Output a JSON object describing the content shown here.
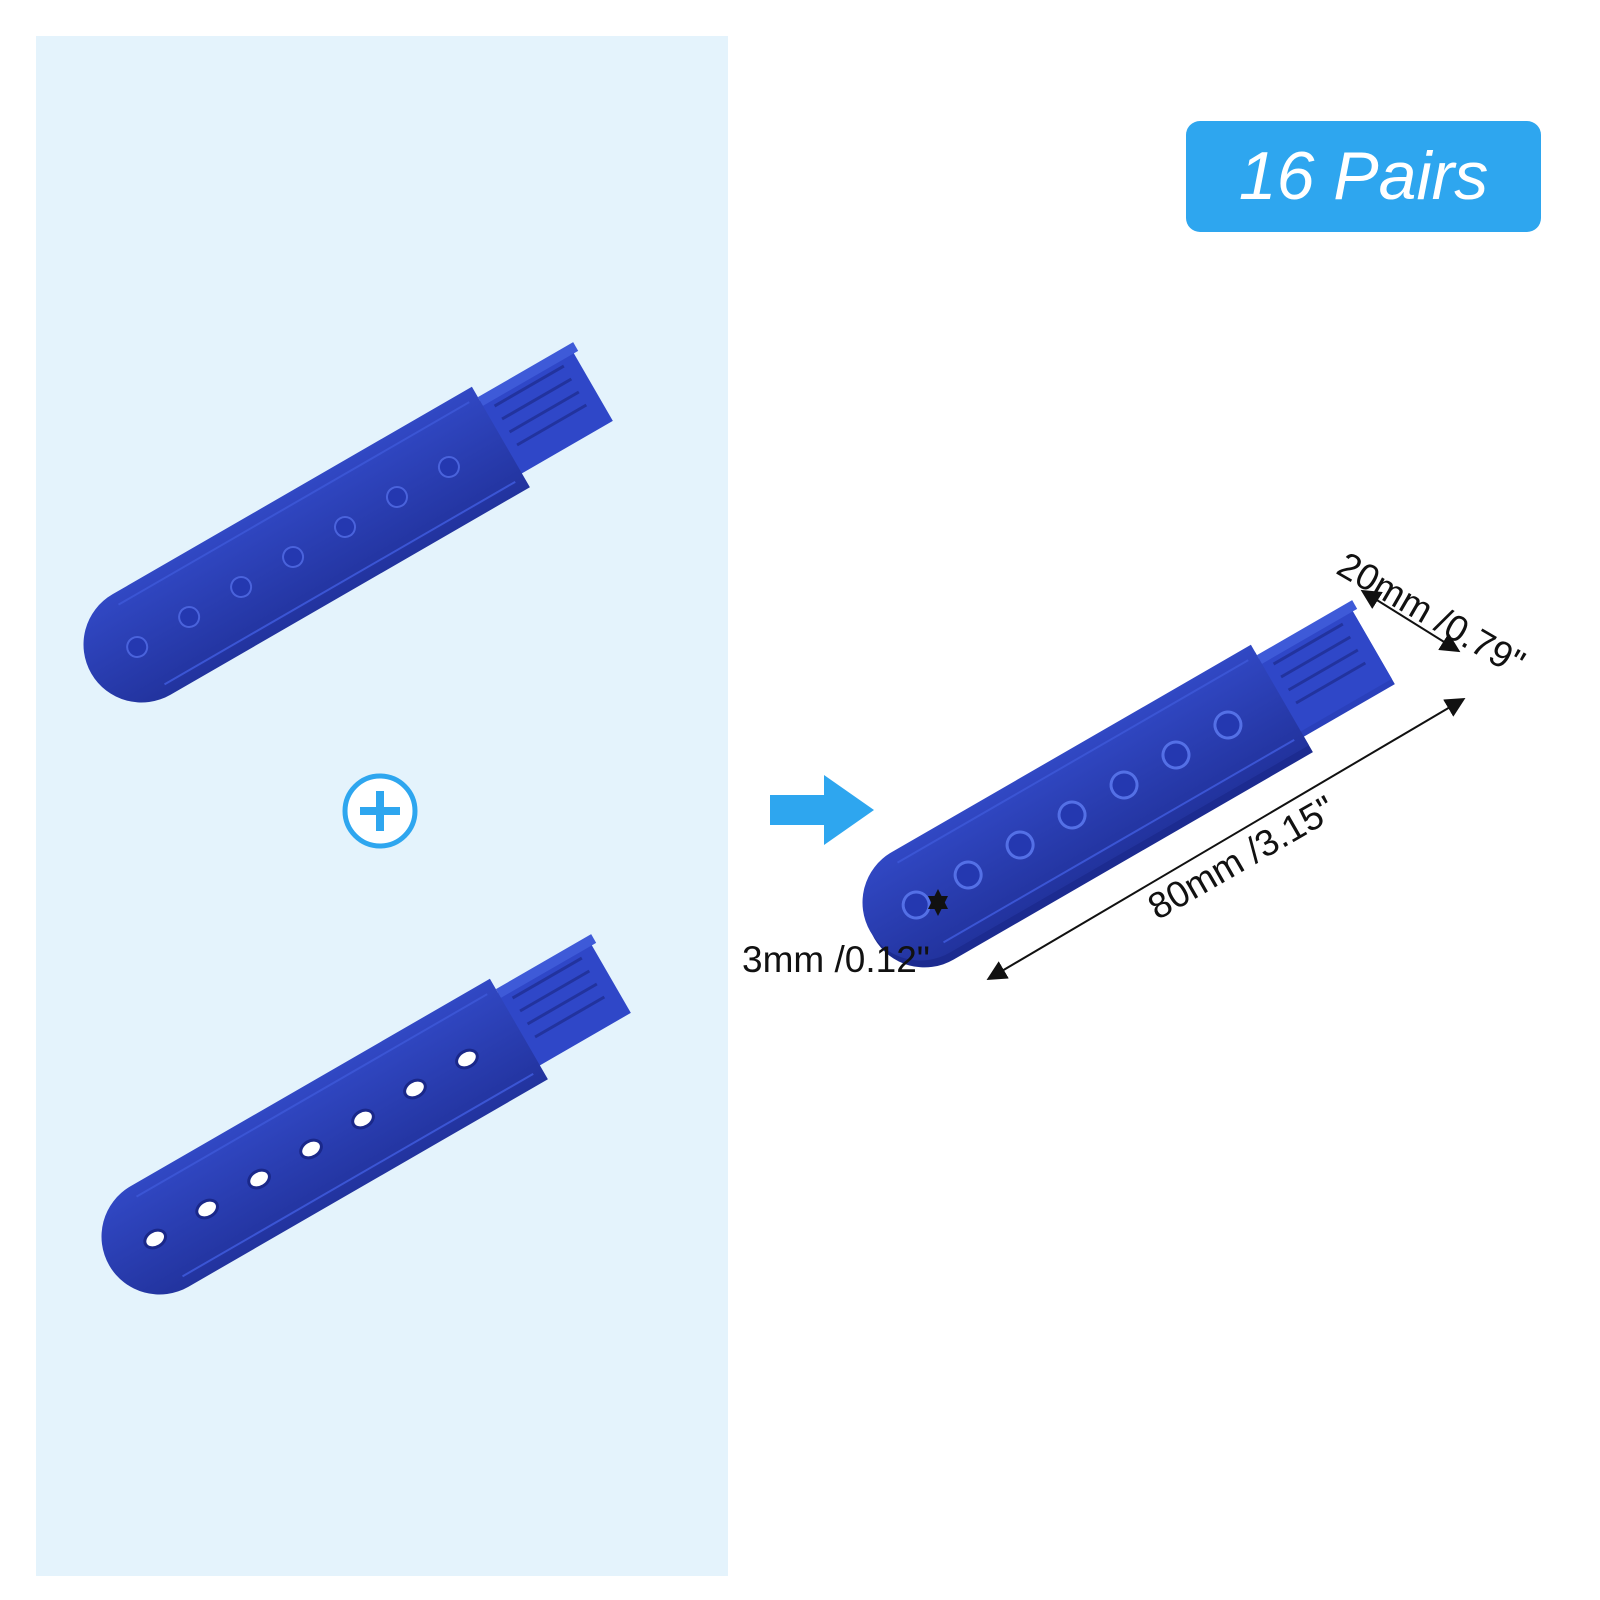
{
  "badge": {
    "text": "16 Pairs"
  },
  "dimensions": {
    "length": "80mm /3.15\"",
    "width": "20mm /0.79\"",
    "thickness": "3mm /0.12\""
  },
  "products": {
    "stud_strap": {
      "studs": 7
    },
    "hole_strap": {
      "holes": 7
    },
    "joined_strap": {
      "studs": 7
    }
  },
  "colors": {
    "panel_background": "#e4f3fc",
    "accent": "#2ea6ef",
    "strap": "#2b3fb8",
    "strap_dark": "#1f2e99",
    "text": "#111111"
  },
  "icons": {
    "plus": "plus-circle-icon",
    "arrow": "arrow-right-icon"
  }
}
